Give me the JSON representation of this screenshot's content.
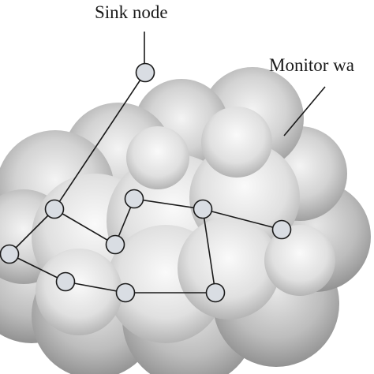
{
  "labels": {
    "sink_node": "Sink node",
    "monitor_area": "Monitor wa"
  },
  "colors": {
    "cloud_dark": "#9a9a9a",
    "cloud_light": "#ececec",
    "node_fill": "#d9dde3",
    "line": "#1a1a1a"
  },
  "nodes": [
    {
      "id": "sink"
    },
    {
      "id": "n1"
    },
    {
      "id": "n2"
    },
    {
      "id": "n3"
    },
    {
      "id": "n4"
    },
    {
      "id": "n5"
    },
    {
      "id": "n6"
    },
    {
      "id": "n7"
    },
    {
      "id": "n8"
    },
    {
      "id": "n9"
    }
  ],
  "edges": [
    [
      "sink",
      "n1"
    ],
    [
      "n1",
      "n2"
    ],
    [
      "n2",
      "n3"
    ],
    [
      "n3",
      "n4"
    ],
    [
      "n4",
      "n5"
    ],
    [
      "n1",
      "n6"
    ],
    [
      "n6",
      "n7"
    ],
    [
      "n7",
      "n8"
    ],
    [
      "n8",
      "n9"
    ],
    [
      "n9",
      "n4"
    ]
  ]
}
